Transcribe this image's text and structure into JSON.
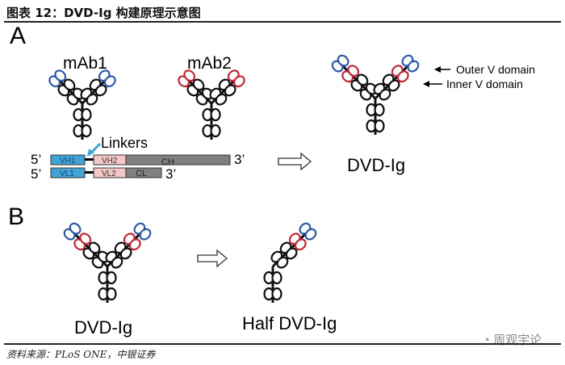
{
  "title": "图表 12：DVD-Ig 构建原理示意图",
  "panel_a": {
    "label": "A",
    "mab1": "mAb1",
    "mab2": "mAb2",
    "dvd_label": "DVD-Ig",
    "outer_v": "Outer V domain",
    "inner_v": "Inner V domain",
    "linkers": "Linkers",
    "five_prime": "5’",
    "three_prime": "3’",
    "vh1": "VH1",
    "vh2": "VH2",
    "ch": "CH",
    "vl1": "VL1",
    "vl2": "VL2",
    "cl": "CL"
  },
  "panel_b": {
    "label": "B",
    "dvd_label": "DVD-Ig",
    "half_label": "Half DVD-Ig"
  },
  "source": "资料来源：PLoS ONE，中银证券",
  "watermark": "周观宇论",
  "colors": {
    "blue": "#2f5aa8",
    "red": "#c0283a",
    "gene_blue": "#41a4d6",
    "gene_pink": "#f5c6c6",
    "gene_gray": "#808080"
  }
}
